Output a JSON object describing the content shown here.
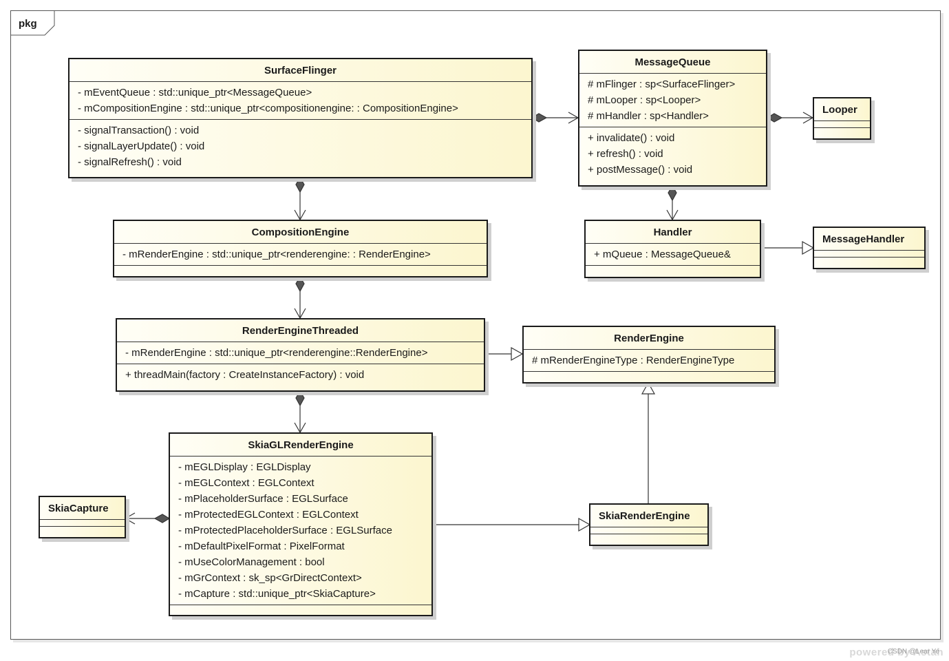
{
  "package": {
    "label": "pkg"
  },
  "classes": {
    "surface_flinger": {
      "name": "SurfaceFlinger",
      "attributes": [
        "- mEventQueue : std::unique_ptr<MessageQueue>",
        "- mCompositionEngine : std::unique_ptr<compositionengine: : CompositionEngine>"
      ],
      "operations": [
        "- signalTransaction() : void",
        "- signalLayerUpdate() : void",
        "- signalRefresh() : void"
      ]
    },
    "message_queue": {
      "name": "MessageQueue",
      "attributes": [
        "# mFlinger : sp<SurfaceFlinger>",
        "# mLooper : sp<Looper>",
        "# mHandler : sp<Handler>"
      ],
      "operations": [
        "+ invalidate() : void",
        "+ refresh() : void",
        "+ postMessage() : void"
      ]
    },
    "looper": {
      "name": "Looper"
    },
    "composition_engine": {
      "name": "CompositionEngine",
      "attributes": [
        "- mRenderEngine : std::unique_ptr<renderengine: : RenderEngine>"
      ]
    },
    "handler": {
      "name": "Handler",
      "attributes": [
        "+ mQueue : MessageQueue&"
      ]
    },
    "message_handler": {
      "name": "MessageHandler"
    },
    "render_engine_threaded": {
      "name": "RenderEngineThreaded",
      "attributes": [
        "- mRenderEngine : std::unique_ptr<renderengine::RenderEngine>"
      ],
      "operations": [
        "+ threadMain(factory : CreateInstanceFactory) : void"
      ]
    },
    "render_engine": {
      "name": "RenderEngine",
      "attributes": [
        "# mRenderEngineType : RenderEngineType"
      ]
    },
    "skia_gl_render_engine": {
      "name": "SkiaGLRenderEngine",
      "attributes": [
        "- mEGLDisplay : EGLDisplay",
        "- mEGLContext : EGLContext",
        "- mPlaceholderSurface : EGLSurface",
        "- mProtectedEGLContext : EGLContext",
        "- mProtectedPlaceholderSurface : EGLSurface",
        "- mDefaultPixelFormat : PixelFormat",
        "- mUseColorManagement : bool",
        "- mGrContext : sk_sp<GrDirectContext>",
        "- mCapture : std::unique_ptr<SkiaCapture>"
      ]
    },
    "skia_capture": {
      "name": "SkiaCapture"
    },
    "skia_render_engine": {
      "name": "SkiaRenderEngine"
    }
  },
  "relationships": [
    {
      "type": "composition",
      "from": "SurfaceFlinger",
      "to": "MessageQueue"
    },
    {
      "type": "composition",
      "from": "MessageQueue",
      "to": "Looper"
    },
    {
      "type": "composition",
      "from": "SurfaceFlinger",
      "to": "CompositionEngine"
    },
    {
      "type": "composition",
      "from": "MessageQueue",
      "to": "Handler"
    },
    {
      "type": "generalization",
      "from": "Handler",
      "to": "MessageHandler"
    },
    {
      "type": "composition",
      "from": "CompositionEngine",
      "to": "RenderEngineThreaded"
    },
    {
      "type": "generalization",
      "from": "RenderEngineThreaded",
      "to": "RenderEngine"
    },
    {
      "type": "composition",
      "from": "RenderEngineThreaded",
      "to": "SkiaGLRenderEngine"
    },
    {
      "type": "composition",
      "from": "SkiaGLRenderEngine",
      "to": "SkiaCapture"
    },
    {
      "type": "generalization",
      "from": "SkiaGLRenderEngine",
      "to": "SkiaRenderEngine"
    },
    {
      "type": "generalization",
      "from": "SkiaRenderEngine",
      "to": "RenderEngine"
    }
  ],
  "watermark": {
    "text": "powered by Astah",
    "overlay": "CSDN @Lear Ye"
  }
}
